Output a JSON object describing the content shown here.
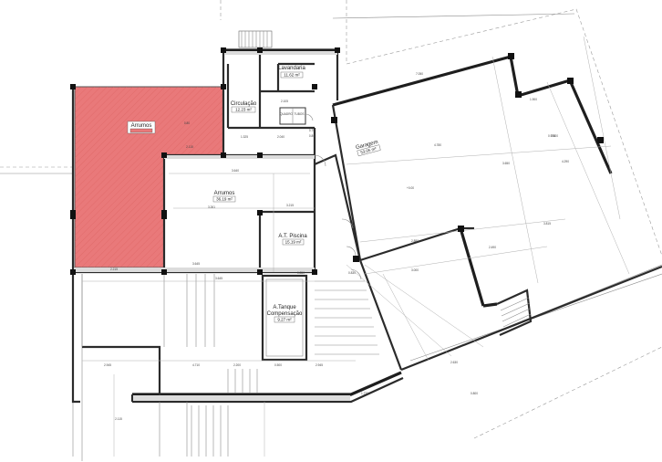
{
  "rooms": {
    "arrumos_red": {
      "name": "Arrumos",
      "area": "",
      "color": "#e8706e"
    },
    "lavandaria": {
      "name": "Lavandaria",
      "area": "11.62 m²"
    },
    "circulacao": {
      "name": "Circulação",
      "area": "12.23 m²"
    },
    "garagem": {
      "name": "Garagem",
      "area": "53.05 m²"
    },
    "arrumos": {
      "name": "Arrumos",
      "area": "36.19 m²"
    },
    "piscina": {
      "name": "A.T. Piscina",
      "area": "15.19 m²"
    },
    "tanque": {
      "name_line1": "A.Tanque",
      "name_line2": "Compensação",
      "area": "9.27 m²"
    }
  },
  "small_labels": {
    "quadro": "QUADRO",
    "tubos": "TUBOS",
    "level": "+0.00"
  },
  "dimensions": [
    "2.115",
    "1.325",
    "2.040",
    "2.105",
    "0.70",
    "0.80",
    "3.640",
    "3.261",
    "3.215",
    "4.780",
    "3.815",
    "2.490",
    "2.880",
    "3.000",
    "2.630",
    "0.850",
    "0.830",
    "3.645",
    "2.215",
    "3.645",
    "4.710",
    "2.945",
    "2.200",
    "0.500",
    "2.945",
    "4.290",
    "3.650",
    "1.900",
    "7.050",
    "0.970",
    "0.800",
    "2.115",
    "1.720",
    "3.600"
  ]
}
